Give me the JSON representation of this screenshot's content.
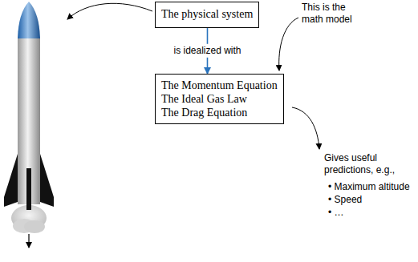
{
  "diagram": {
    "nodes": [
      {
        "text": [
          "The physical system"
        ]
      },
      {
        "text": [
          "The Momentum Equation",
          "The Ideal Gas Law",
          "The Drag Equation"
        ]
      }
    ],
    "edges": [
      {
        "from": 0,
        "to": 1,
        "arrow": "to",
        "label": "is idealized with"
      }
    ],
    "labels": [
      "This is the math model",
      "Gives useful predictions, e.g.,",
      "• Maximum altitude",
      "• Speed",
      "• …"
    ]
  }
}
